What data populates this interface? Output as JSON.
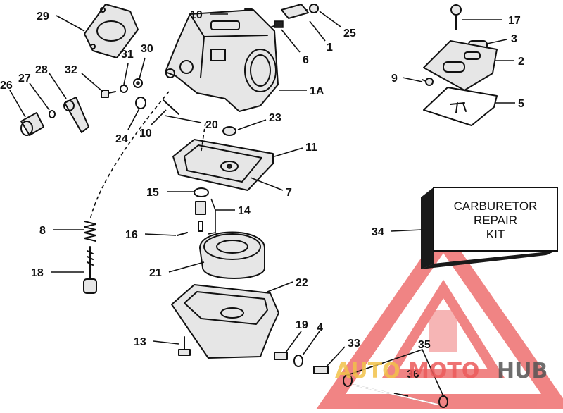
{
  "callouts": {
    "c29": "29",
    "c10a": "10",
    "c25": "25",
    "c17": "17",
    "c3": "3",
    "c1": "1",
    "c6": "6",
    "c2": "2",
    "c9": "9",
    "c5": "5",
    "c31": "31",
    "c30": "30",
    "c28": "28",
    "c27": "27",
    "c26": "26",
    "c32": "32",
    "c1A": "1A",
    "c24": "24",
    "c10b": "10",
    "c20": "20",
    "c23": "23",
    "c11": "11",
    "c7": "7",
    "c15": "15",
    "c14": "14",
    "c16": "16",
    "c8": "8",
    "c34": "34",
    "c21": "21",
    "c18": "18",
    "c22": "22",
    "c19": "19",
    "c4": "4",
    "c13": "13",
    "c33": "33",
    "c35": "35",
    "c36": "36"
  },
  "kit_box": {
    "line1": "CARBURETOR",
    "line2": "REPAIR",
    "line3": "KIT"
  },
  "watermark": {
    "part1": "AUTO",
    "part2": "MOTO",
    "part3": "HUB",
    "color_primary": "#ec5b5b",
    "color_secondary": "#f2c24a",
    "color_dark": "#555555"
  }
}
